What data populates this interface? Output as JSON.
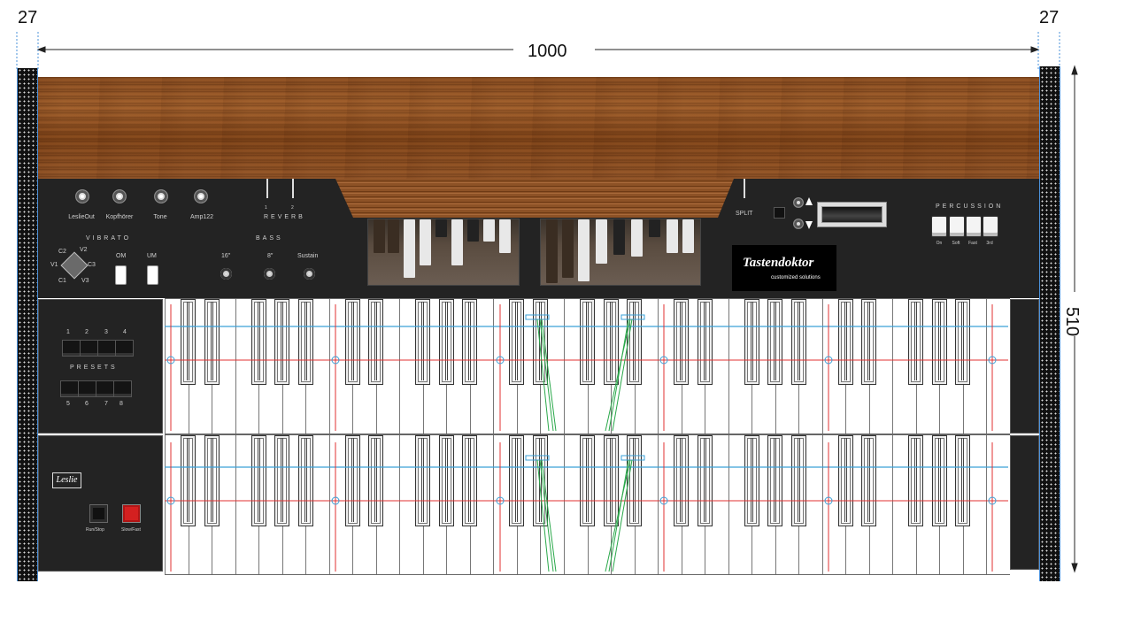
{
  "dimensions": {
    "left_width": "27",
    "right_width": "27",
    "total_width": "1000",
    "height": "510"
  },
  "controls": {
    "jacks": [
      "LeslieOut",
      "Kopfhörer",
      "Tone",
      "Amp122"
    ],
    "reverb": {
      "label": "REVERB",
      "marks": [
        "1",
        "2"
      ]
    },
    "vibrato": {
      "label": "VIBRATO",
      "positions": [
        "C2",
        "V2",
        "V1",
        "C3",
        "C1",
        "V3"
      ],
      "om": "OM",
      "um": "UM"
    },
    "bass": {
      "label": "BASS",
      "knobs": [
        "16″",
        "8″",
        "Sustain"
      ]
    },
    "split": "SPLIT",
    "percussion": {
      "label": "PERCUSSION",
      "switches": [
        "On",
        "Soft",
        "Fast",
        "3rd"
      ]
    },
    "logo": {
      "title": "Tastendoktor",
      "subtitle": "customized solutions"
    }
  },
  "presets": {
    "label": "PRESETS",
    "top": [
      "1",
      "2",
      "3",
      "4"
    ],
    "bottom": [
      "5",
      "6",
      "7",
      "8"
    ]
  },
  "leslie": {
    "logo": "Leslie",
    "buttons": [
      "Run/Stop",
      "Slow/Fast"
    ]
  },
  "colors": {
    "wood": "#8a4f22",
    "panel": "#232323",
    "guide_blue": "#3aa0d8",
    "guide_red": "#e03030",
    "guide_green": "#2aa84a",
    "slow_fast_button": "#d42020"
  }
}
